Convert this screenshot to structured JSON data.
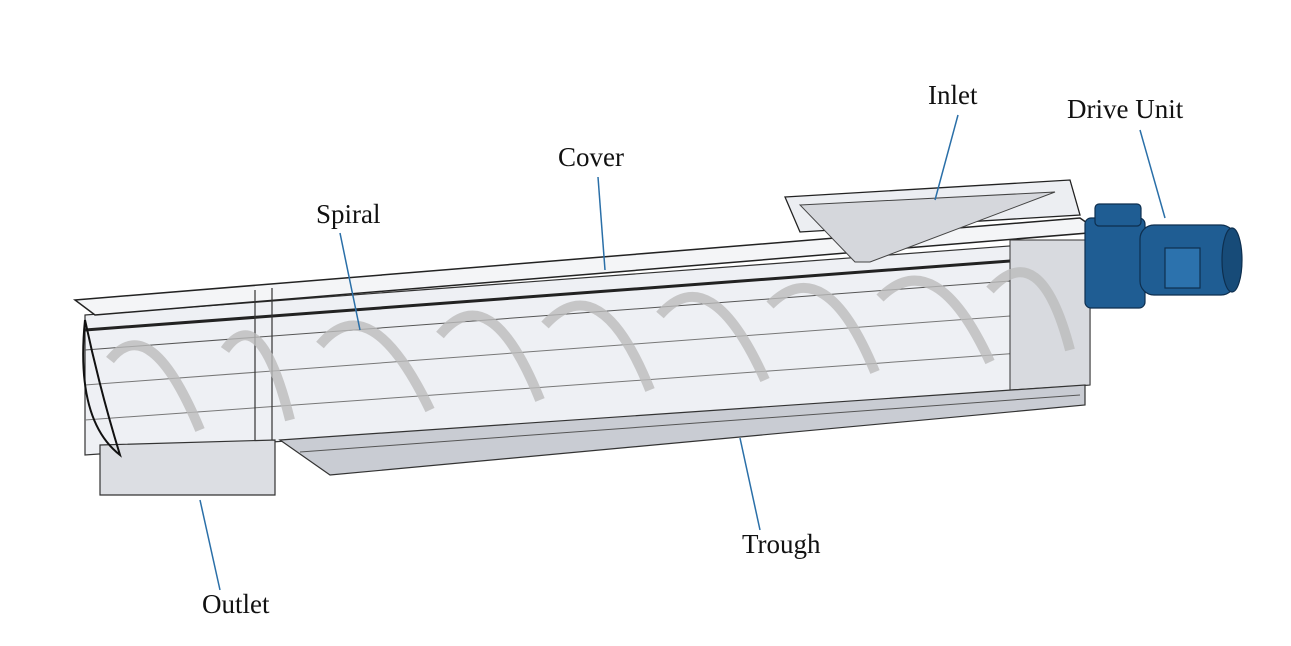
{
  "labels": {
    "inlet": "Inlet",
    "drive_unit": "Drive Unit",
    "cover": "Cover",
    "spiral": "Spiral",
    "trough": "Trough",
    "outlet": "Outlet"
  },
  "colors": {
    "leader_line": "#2a6fa8",
    "drive_unit": "#1f5d93",
    "outline": "#222222",
    "body_fill": "#e6e8ee"
  }
}
